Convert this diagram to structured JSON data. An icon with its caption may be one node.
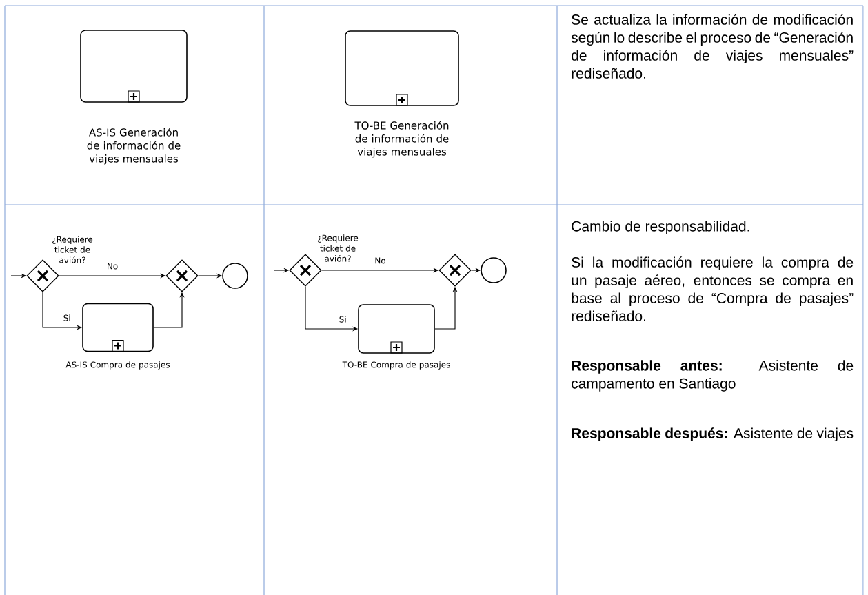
{
  "diagram": {
    "nodes": [
      {
        "text": [
          "AS-IS Generación de información de viajes mensuales"
        ]
      },
      {
        "text": [
          "TO-BE Generación de información de viajes mensuales"
        ]
      },
      {
        "text": [
          "¿Requiere ticket de avión?"
        ]
      },
      {
        "text": [],
        "shape": "diamond"
      },
      {
        "text": [],
        "shape": "circle"
      },
      {
        "text": [
          "AS-IS Compra de pasajes"
        ]
      },
      {
        "text": [
          "¿Requiere ticket de avión?"
        ]
      },
      {
        "text": [],
        "shape": "diamond"
      },
      {
        "text": [],
        "shape": "circle"
      },
      {
        "text": [
          "TO-BE Compra de pasajes"
        ]
      }
    ],
    "edges": [
      {
        "from": null,
        "to": 2,
        "arrow": "to"
      },
      {
        "from": 2,
        "to": 3,
        "arrow": "to",
        "label": "No"
      },
      {
        "from": 2,
        "to": 5,
        "arrow": "to",
        "label": "Si"
      },
      {
        "from": 5,
        "to": 3,
        "arrow": "to"
      },
      {
        "from": 3,
        "to": 4,
        "arrow": "to"
      },
      {
        "from": null,
        "to": 6,
        "arrow": "to"
      },
      {
        "from": 6,
        "to": 7,
        "arrow": "to",
        "label": "No"
      },
      {
        "from": 6,
        "to": 9,
        "arrow": "to",
        "label": "Si"
      },
      {
        "from": 9,
        "to": 7,
        "arrow": "to"
      },
      {
        "from": 7,
        "to": 8,
        "arrow": "to"
      }
    ],
    "labels": [
      "Se actualiza la información de modificación según lo describe el proceso de “Generación de información de viajes mensuales” rediseñado.",
      "Cambio de responsabilidad.",
      "Si la modificación requiere la compra de un pasaje aéreo, entonces se compra en base al proceso de “Compra de pasajes” rediseñado.",
      "**Responsable antes:** Asistente de campamento en Santiago",
      "**Responsable después:** Asistente de viajes"
    ]
  }
}
